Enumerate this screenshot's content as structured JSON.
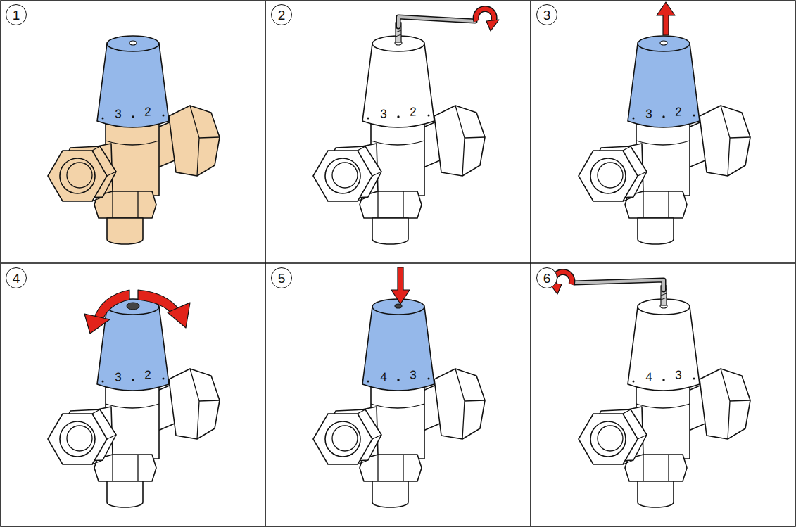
{
  "diagram": {
    "nodes": [
      {
        "text": [
          "1"
        ]
      },
      {
        "text": [
          "2"
        ]
      },
      {
        "text": [
          "3"
        ]
      },
      {
        "text": [
          "4"
        ]
      },
      {
        "text": [
          "5"
        ]
      },
      {
        "text": [
          "6"
        ]
      }
    ],
    "labels": [
      "3",
      "2",
      "3",
      "2",
      "3",
      "2",
      "3",
      "2",
      "4",
      "3",
      "4",
      "3"
    ]
  }
}
